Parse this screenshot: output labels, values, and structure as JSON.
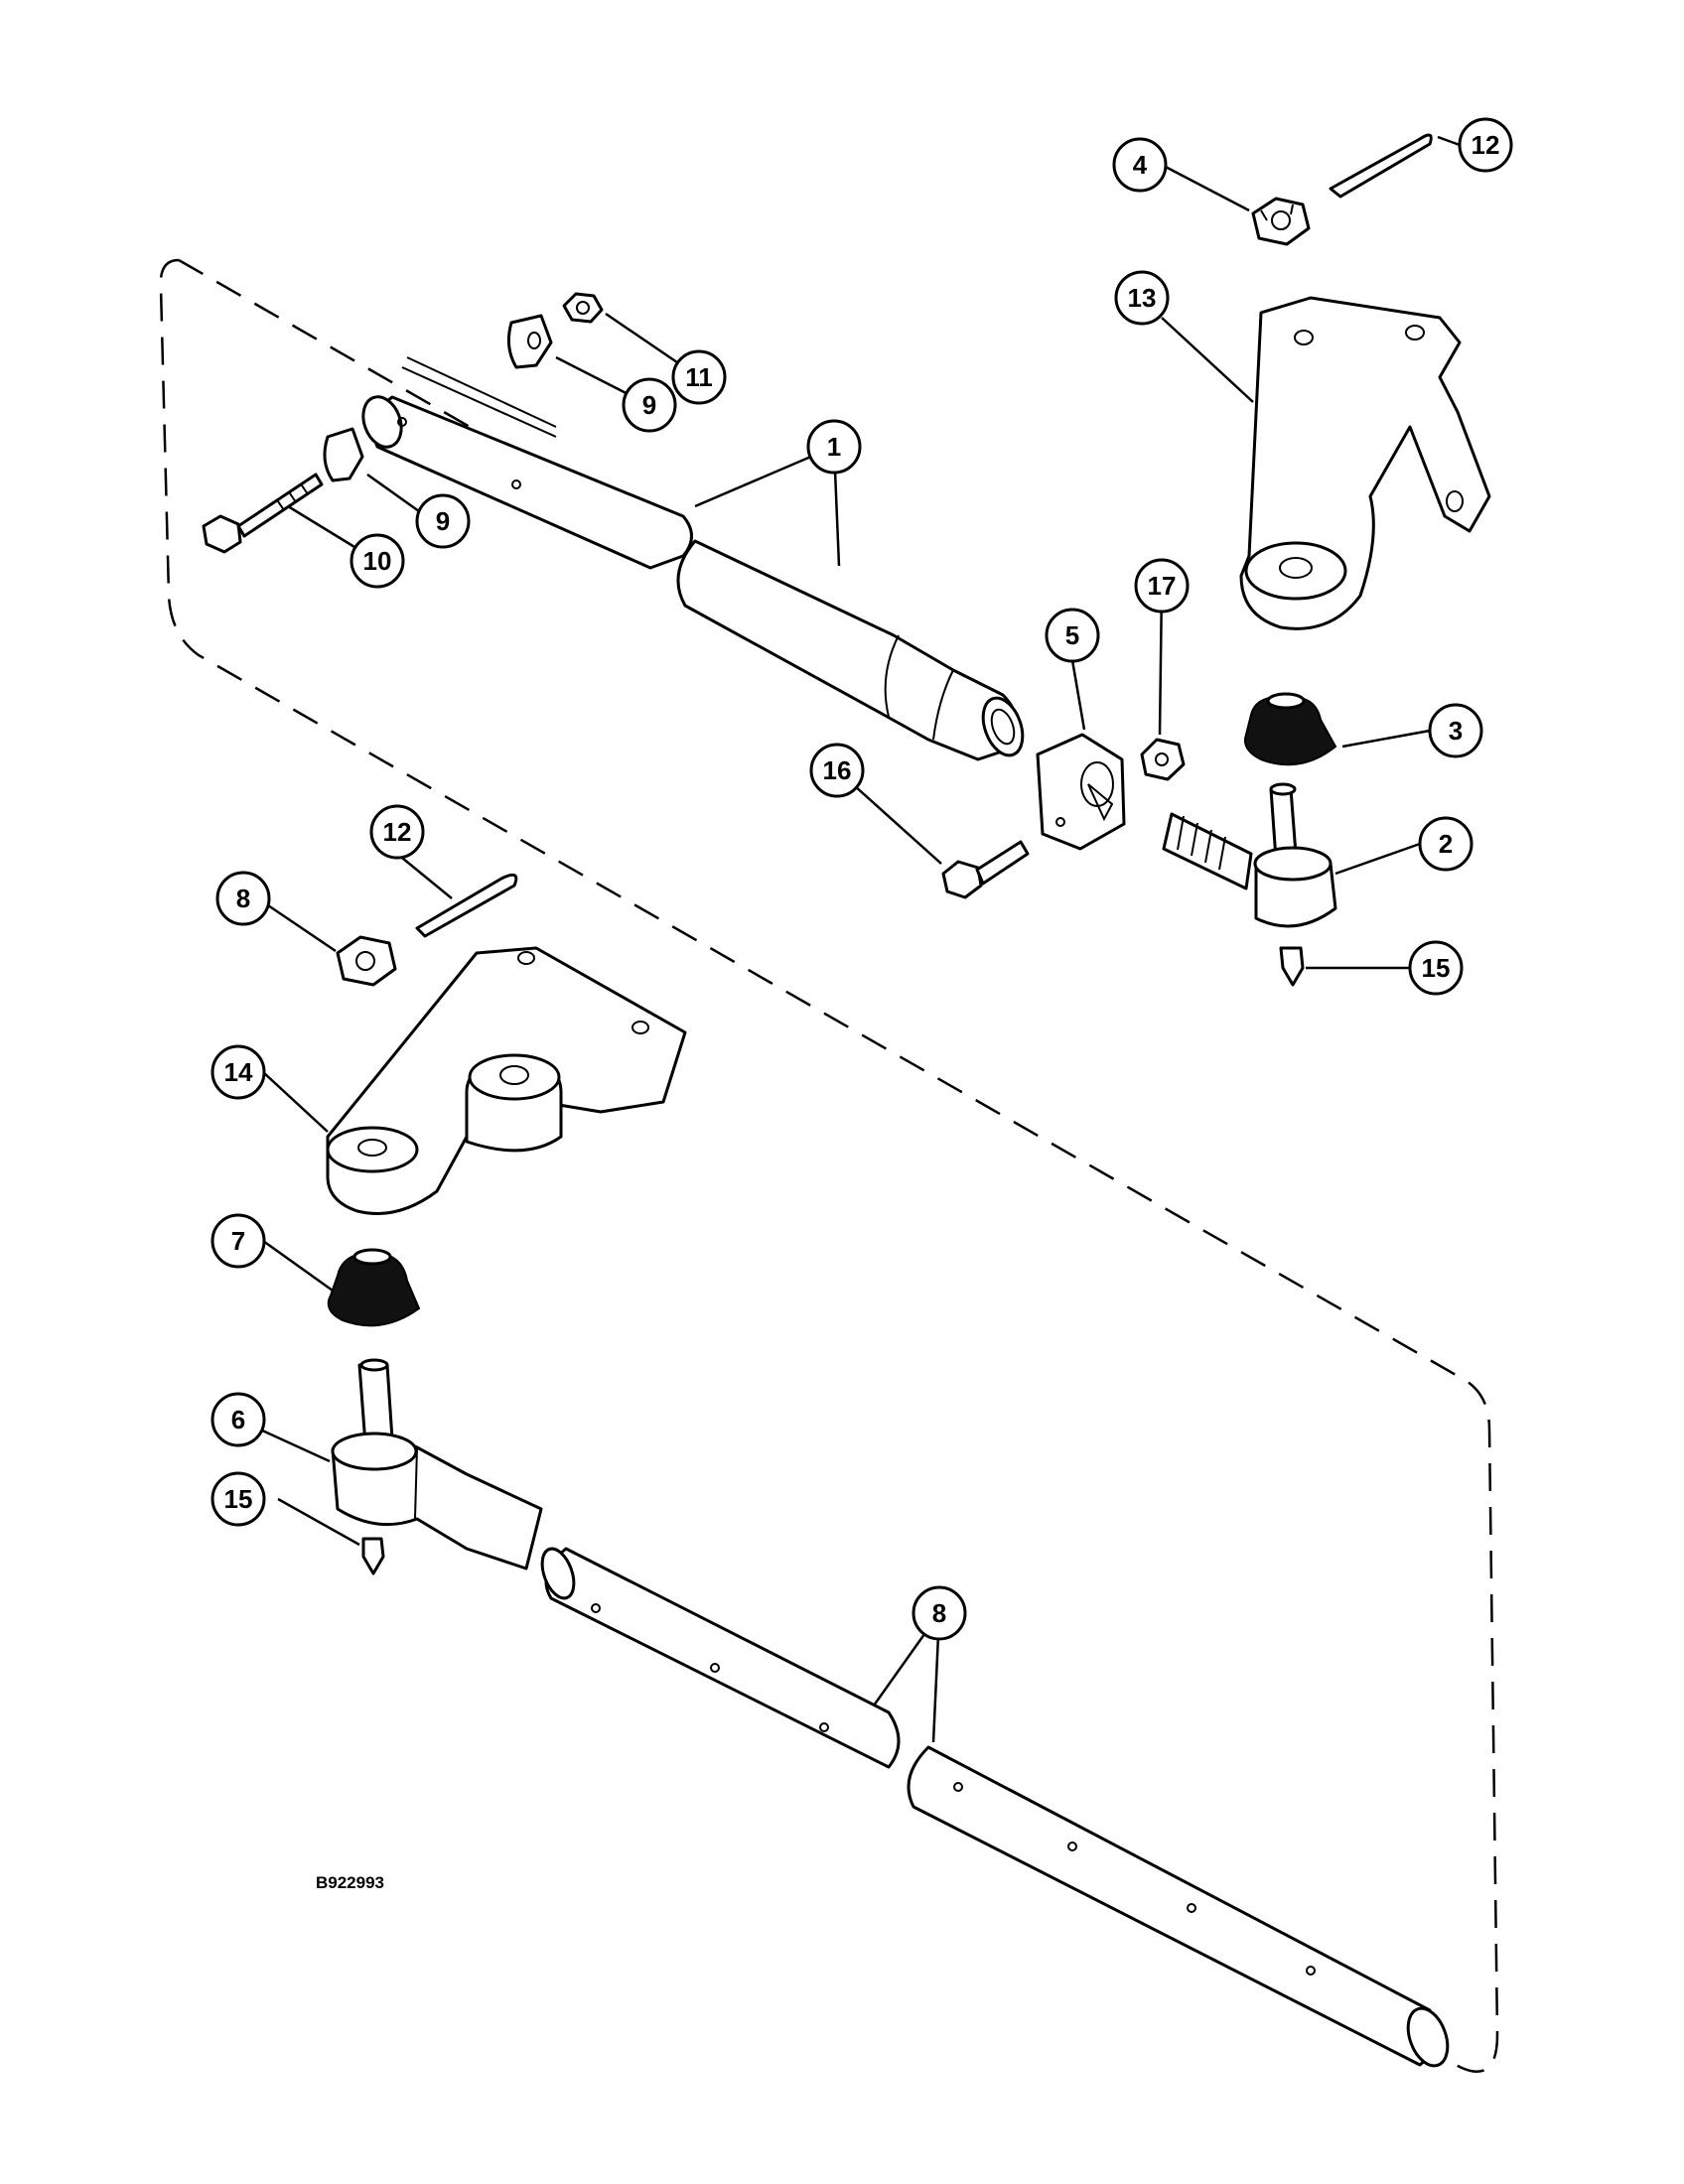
{
  "figure_id": "B922993",
  "callouts": [
    {
      "id": "c1",
      "label": "1"
    },
    {
      "id": "c2",
      "label": "2"
    },
    {
      "id": "c3",
      "label": "3"
    },
    {
      "id": "c4",
      "label": "4"
    },
    {
      "id": "c5",
      "label": "5"
    },
    {
      "id": "c6",
      "label": "6"
    },
    {
      "id": "c7",
      "label": "7"
    },
    {
      "id": "c8",
      "label": "8"
    },
    {
      "id": "c8b",
      "label": "8"
    },
    {
      "id": "c9a",
      "label": "9"
    },
    {
      "id": "c9b",
      "label": "9"
    },
    {
      "id": "c10",
      "label": "10"
    },
    {
      "id": "c11",
      "label": "11"
    },
    {
      "id": "c12a",
      "label": "12"
    },
    {
      "id": "c12b",
      "label": "12"
    },
    {
      "id": "c13",
      "label": "13"
    },
    {
      "id": "c14",
      "label": "14"
    },
    {
      "id": "c15a",
      "label": "15"
    },
    {
      "id": "c15b",
      "label": "15"
    },
    {
      "id": "c16",
      "label": "16"
    },
    {
      "id": "c17",
      "label": "17"
    }
  ]
}
